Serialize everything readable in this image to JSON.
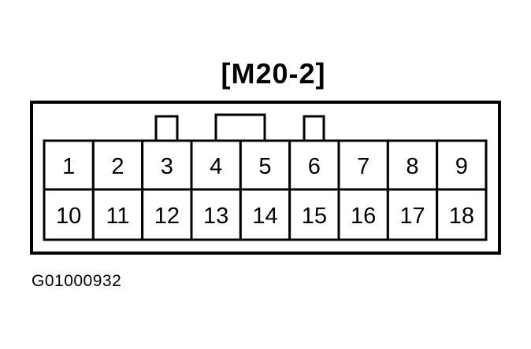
{
  "title": "[M20-2]",
  "figure_id": "G01000932",
  "connector": {
    "top_row_pins": [
      "1",
      "2",
      "3",
      "4",
      "5",
      "6",
      "7",
      "8",
      "9"
    ],
    "bottom_row_pins": [
      "10",
      "11",
      "12",
      "13",
      "14",
      "15",
      "16",
      "17",
      "18"
    ]
  }
}
